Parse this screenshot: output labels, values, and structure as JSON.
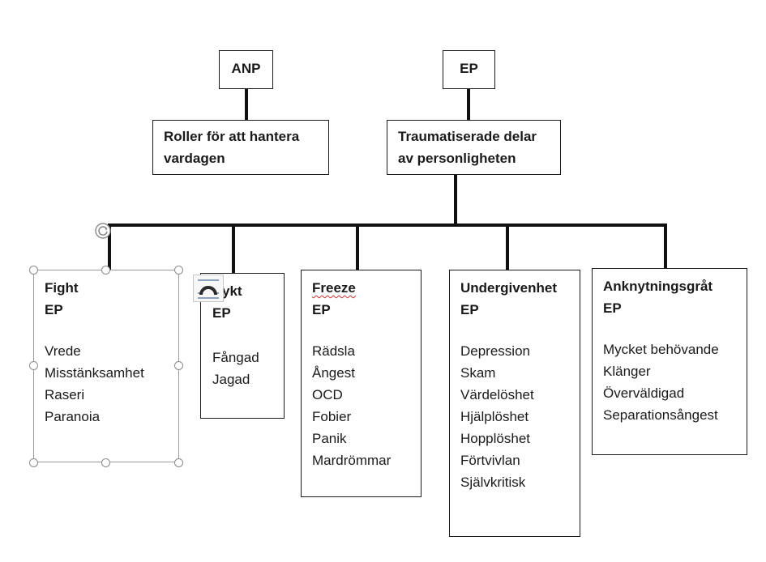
{
  "top_labels": {
    "anp": "ANP",
    "ep": "EP"
  },
  "role_boxes": {
    "anp_roles": [
      "Roller för att hantera",
      "vardagen"
    ],
    "ep_parts": [
      "Traumatiserade delar",
      "av personligheten"
    ]
  },
  "categories": [
    {
      "title": "Fight",
      "sub": "EP",
      "items": [
        "Vrede",
        "Misstänksamhet",
        "Raseri",
        "Paranoia"
      ]
    },
    {
      "title": "ykt",
      "sub": "EP",
      "items": [
        "Fångad",
        "Jagad"
      ]
    },
    {
      "title": "Freeze",
      "sub": "EP",
      "items": [
        "Rädsla",
        "Ångest",
        "OCD",
        "Fobier",
        "Panik",
        "Mardrömmar"
      ]
    },
    {
      "title": "Undergivenhet",
      "sub": "EP",
      "items": [
        "Depression",
        "Skam",
        "Värdelöshet",
        "Hjälplöshet",
        "Hopplöshet",
        "Förtvivlan",
        "Självkritisk"
      ]
    },
    {
      "title": "Anknytningsgråt",
      "sub": "EP",
      "items": [
        "Mycket behövande",
        "Klänger",
        "Överväldigad",
        "Separationsångest"
      ]
    }
  ],
  "ui_icons": [
    "rotate-handle-icon",
    "layout-options-icon"
  ]
}
